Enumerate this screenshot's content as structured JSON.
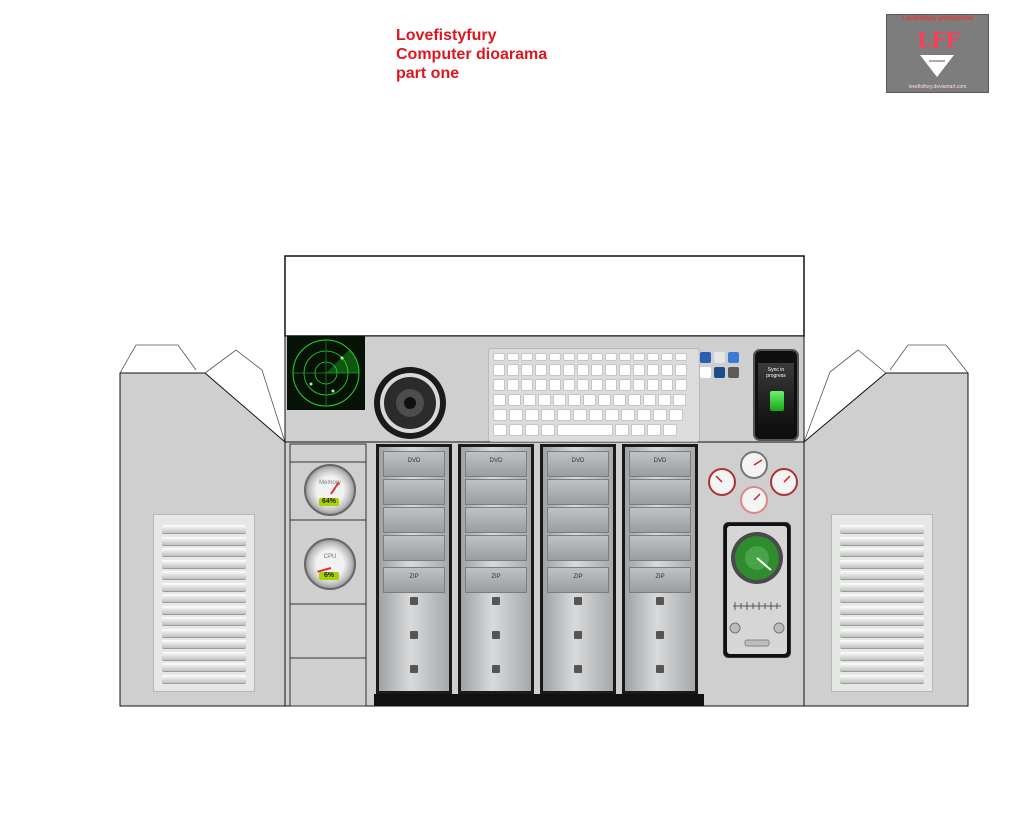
{
  "header": {
    "title_lines": [
      "Lovefistyfury",
      "Computer dioarama",
      "part one"
    ]
  },
  "logo": {
    "top_text": "Lovefistfury productions",
    "mark": "LFF",
    "bottom_text": "lovefistfury.deviantart.com"
  },
  "gauges": [
    {
      "label": "Memory",
      "readout": "64%",
      "value": 64
    },
    {
      "label": "CPU",
      "readout": "6%",
      "value": 6
    }
  ],
  "towers": [
    {
      "drive_label": "DVD",
      "bay_label": "ZIP"
    },
    {
      "drive_label": "DVD",
      "bay_label": "ZIP"
    },
    {
      "drive_label": "DVD",
      "bay_label": "ZIP"
    },
    {
      "drive_label": "DVD",
      "bay_label": "ZIP"
    }
  ],
  "phone": {
    "status_text": "Sync in progress"
  },
  "colors": {
    "title_red": "#e0161e",
    "panel_gray": "#cfcfcf",
    "radar_green": "#29d42f",
    "meter_green": "#2e8b2e"
  }
}
